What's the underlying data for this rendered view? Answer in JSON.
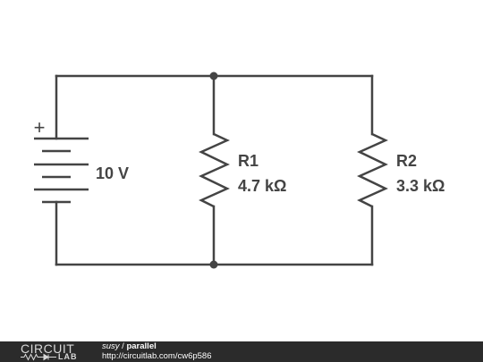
{
  "circuit": {
    "battery": {
      "polarity": "+",
      "value": "10 V"
    },
    "r1": {
      "name": "R1",
      "value": "4.7 kΩ"
    },
    "r2": {
      "name": "R2",
      "value": "3.3 kΩ"
    }
  },
  "colors": {
    "wire": "#444444",
    "footer_bg": "#2b2b2b"
  },
  "footer": {
    "logo_top": "CIRCUIT",
    "logo_bottom": "LAB",
    "author": "susy",
    "separator": " / ",
    "title": "parallel",
    "url": "http://circuitlab.com/cw6p586"
  }
}
